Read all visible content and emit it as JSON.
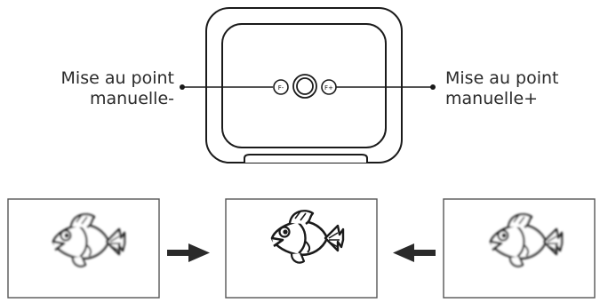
{
  "labels": {
    "focus_minus": [
      "Mise au point",
      "manuelle-"
    ],
    "focus_plus": [
      "Mise au point",
      "manuelle+"
    ]
  },
  "buttons": {
    "minus_symbol": "F-",
    "plus_symbol": "F+"
  },
  "icons": {
    "fish": "fish-icon",
    "arrow_right": "arrow-right-icon",
    "arrow_left": "arrow-left-icon"
  },
  "panels": [
    {
      "state": "blurry"
    },
    {
      "state": "sharp"
    },
    {
      "state": "blurry"
    }
  ]
}
